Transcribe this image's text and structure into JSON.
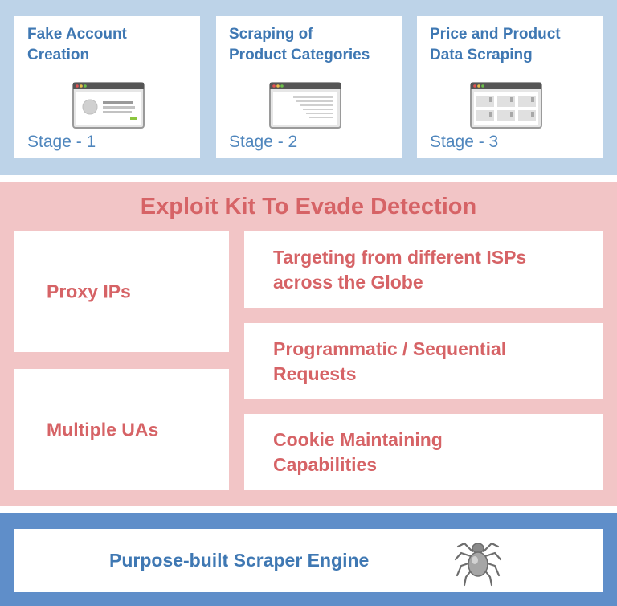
{
  "stages": [
    {
      "title": "Fake Account\nCreation",
      "label": "Stage - 1",
      "icon": "profile-page-icon"
    },
    {
      "title": "Scraping of\nProduct Categories",
      "label": "Stage - 2",
      "icon": "category-list-page-icon"
    },
    {
      "title": "Price and Product\nData Scraping",
      "label": "Stage - 3",
      "icon": "product-grid-page-icon"
    }
  ],
  "exploit_kit": {
    "title": "Exploit Kit To Evade Detection",
    "left_items": [
      "Proxy IPs",
      "Multiple UAs"
    ],
    "right_items": [
      "Targeting from different ISPs\nacross the Globe",
      "Programmatic / Sequential\nRequests",
      "Cookie Maintaining\nCapabilities"
    ]
  },
  "engine": {
    "label": "Purpose-built Scraper Engine",
    "icon": "spider-icon"
  },
  "colors": {
    "blue_band": "#bdd3e8",
    "pink_band": "#f2c5c6",
    "dark_blue_band": "#5f8ec9",
    "blue_text": "#3f78b3",
    "red_text": "#d66366"
  }
}
